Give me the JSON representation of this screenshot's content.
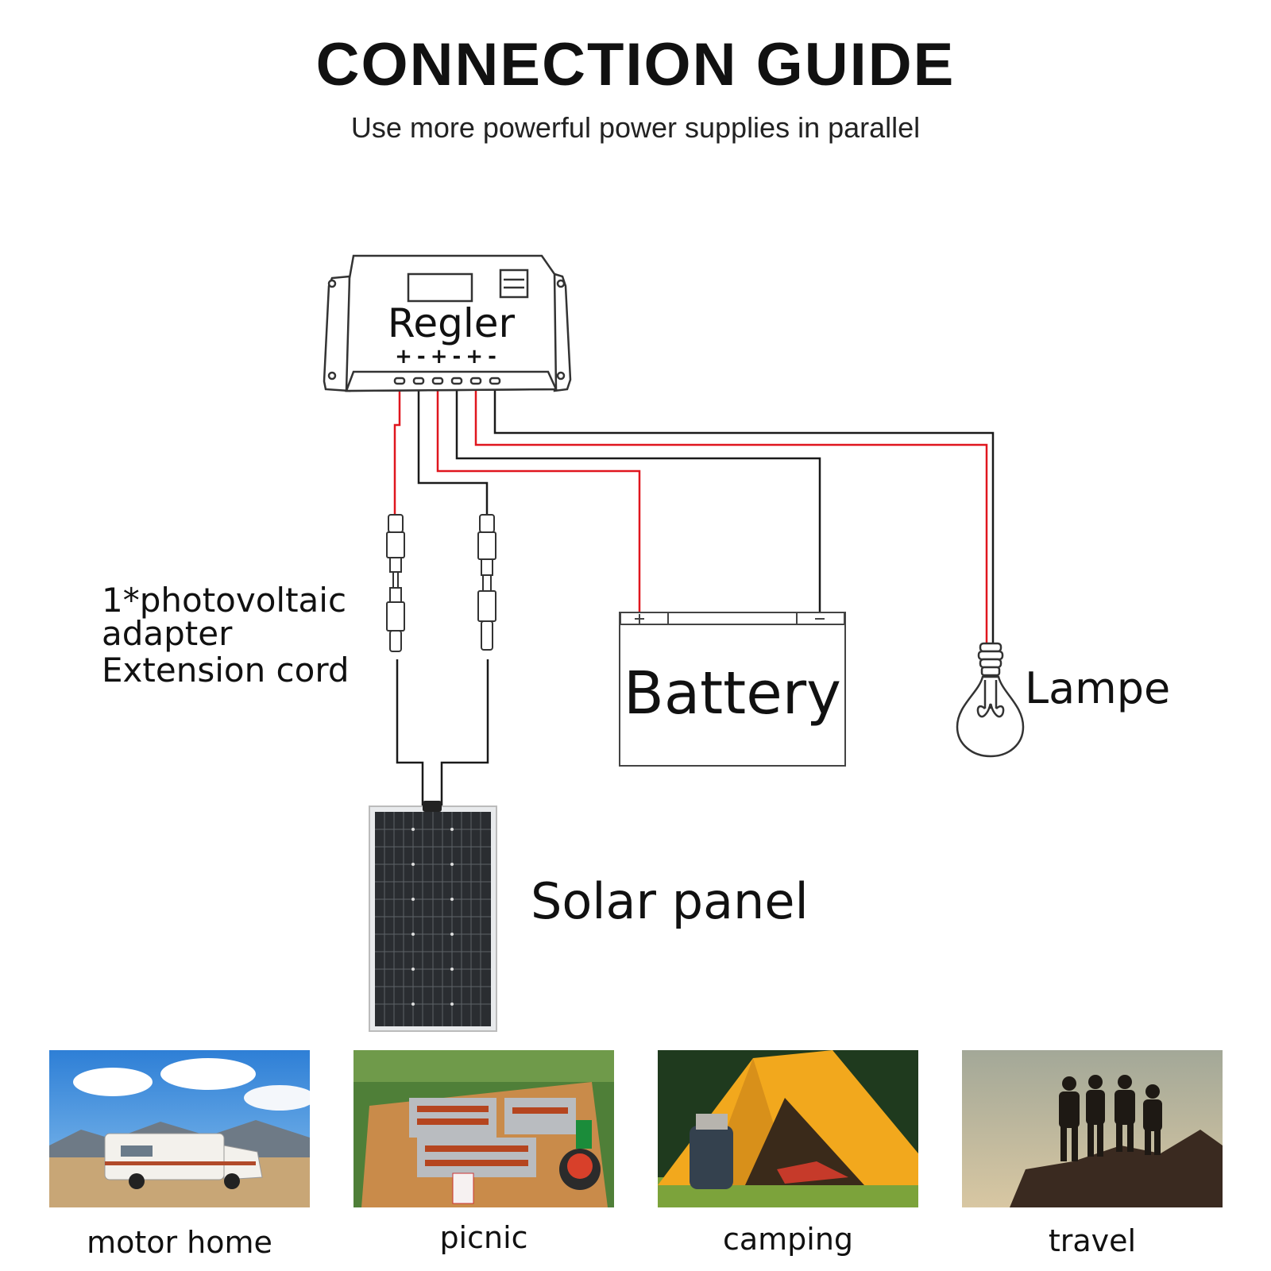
{
  "header": {
    "title": "CONNECTION GUIDE",
    "subtitle": "Use more powerful power supplies in parallel"
  },
  "diagram": {
    "controller_label": "Regler",
    "terminal_signs": "+-+-+-",
    "adapter_label_lines": [
      "1*photovoltaic",
      "adapter",
      "Extension cord"
    ],
    "battery_label": "Battery",
    "lamp_label": "Lampe",
    "solar_label": "Solar panel",
    "wire_colors": {
      "positive": "#e0161e",
      "negative": "#1a1a1a"
    }
  },
  "scenes": [
    {
      "caption": "motor home",
      "icon": "rv-photo"
    },
    {
      "caption": "picnic",
      "icon": "picnic-photo"
    },
    {
      "caption": "camping",
      "icon": "tent-photo"
    },
    {
      "caption": "travel",
      "icon": "hikers-photo"
    }
  ]
}
